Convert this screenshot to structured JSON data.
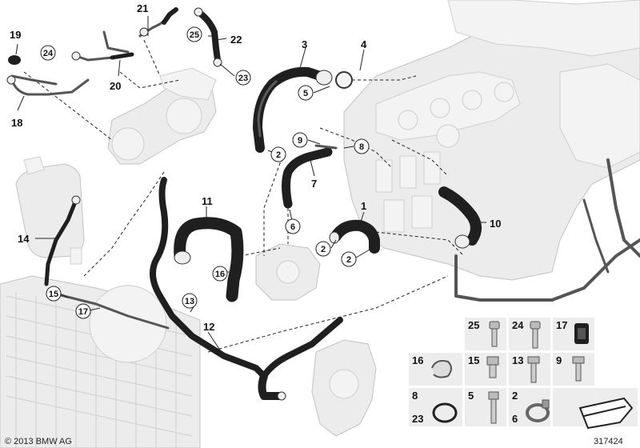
{
  "labels": {
    "p1": "1",
    "p2a": "2",
    "p2b": "2",
    "p2c": "2",
    "p3": "3",
    "p4": "4",
    "p5": "5",
    "p6": "6",
    "p7": "7",
    "p8": "8",
    "p9": "9",
    "p10": "10",
    "p11": "11",
    "p12": "12",
    "p13": "13",
    "p14": "14",
    "p15": "15",
    "p16": "16",
    "p17": "17",
    "p18": "18",
    "p19": "19",
    "p20": "20",
    "p21": "21",
    "p22": "22",
    "p23": "23",
    "p24": "24",
    "p25": "25"
  },
  "key": {
    "k25": "25",
    "k24": "24",
    "k17": "17",
    "k16": "16",
    "k15": "15",
    "k13": "13",
    "k9": "9",
    "k8": "8",
    "k23": "23",
    "k5": "5",
    "k2": "2",
    "k6": "6"
  },
  "footer": {
    "copyright": "© 2013 BMW AG",
    "diagram_id": "317424"
  }
}
